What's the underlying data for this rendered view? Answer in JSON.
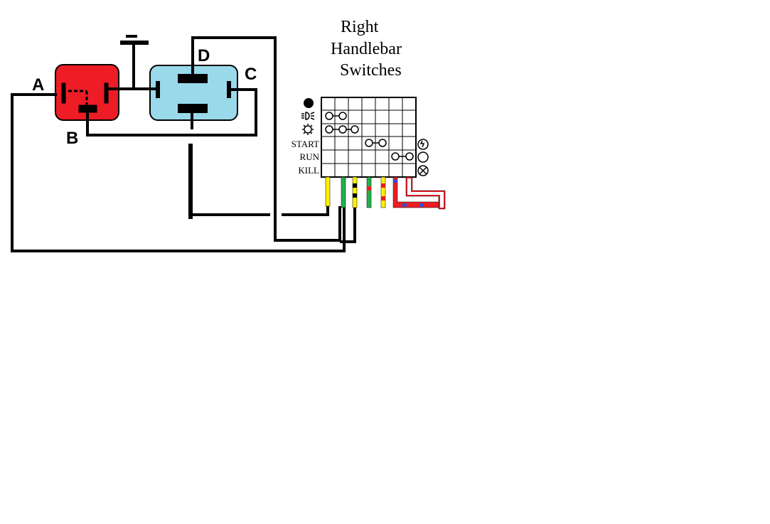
{
  "title": {
    "line1": "Right",
    "line2": "Handlebar",
    "line3": "Switches"
  },
  "relay_labels": {
    "a": "A",
    "b": "B",
    "c": "C",
    "d": "D"
  },
  "switch_rows": {
    "start": "START",
    "run": "RUN",
    "kill": "KILL"
  },
  "icons": {
    "row1": "filled-circle-icon",
    "row2": "headlight-icon",
    "row3": "position-light-icon",
    "start": "starter-symbol-icon",
    "run": "run-circle-icon",
    "kill": "kill-circle-icon"
  },
  "colors": {
    "relay_left": "#ee1c25",
    "relay_right": "#9ad9ea",
    "wire": "#000000",
    "yellow": "#fff200",
    "green": "#22b14c",
    "red": "#ed1c24",
    "blue": "#3f48cc"
  }
}
